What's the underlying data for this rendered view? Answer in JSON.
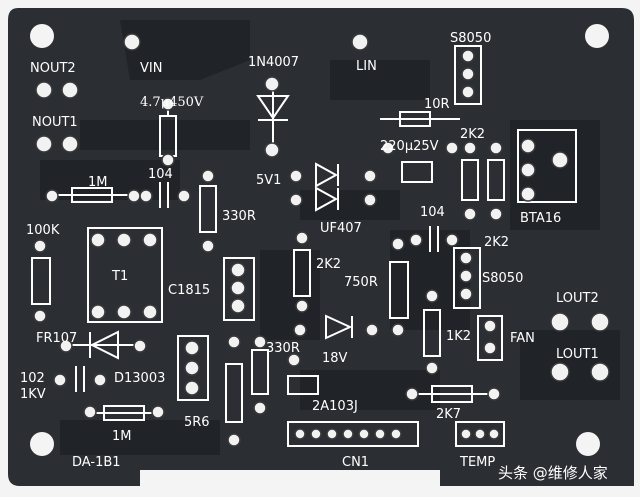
{
  "labels": {
    "nout2": "NOUT2",
    "vin": "VIN",
    "diode_1n4007": "1N4007",
    "lin": "LIN",
    "q_s8050_top": "S8050",
    "nout1": "NOUT1",
    "cap_4u7": "4.7μ450V",
    "r_10r": "10R",
    "cap_220u": "220μ25V",
    "r_2k2_top": "2K2",
    "r_1m_top": "1M",
    "cap_104_left": "104",
    "v_5v1": "5V1",
    "bta16": "BTA16",
    "r_330r_top": "330R",
    "uf407": "UF407",
    "cap_104_mid": "104",
    "r_2k2_right": "2K2",
    "r_100k": "100K",
    "t1": "T1",
    "c1815": "C1815",
    "r_2k2_mid": "2K2",
    "r_750r": "750R",
    "q_s8050_mid": "S8050",
    "lout2": "LOUT2",
    "fr107": "FR107",
    "r_330r_mid": "330R",
    "r_1k2": "1K2",
    "fan": "FAN",
    "v_18v": "18V",
    "lout1": "LOUT1",
    "cap_102": "102",
    "v_1kv": "1KV",
    "d13003": "D13003",
    "cap_2a103j": "2A103J",
    "r_2k7": "2K7",
    "r_5r6": "5R6",
    "r_1m_bottom": "1M",
    "cn1": "CN1",
    "temp": "TEMP",
    "board_code": "DA-1B1"
  },
  "watermark": "头条 @维修人家",
  "colors": {
    "background": "#f4f4f4",
    "board": "#2b2f33",
    "trace": "#202428",
    "silkscreen": "#ffffff",
    "pad": "#f2f2f2"
  }
}
